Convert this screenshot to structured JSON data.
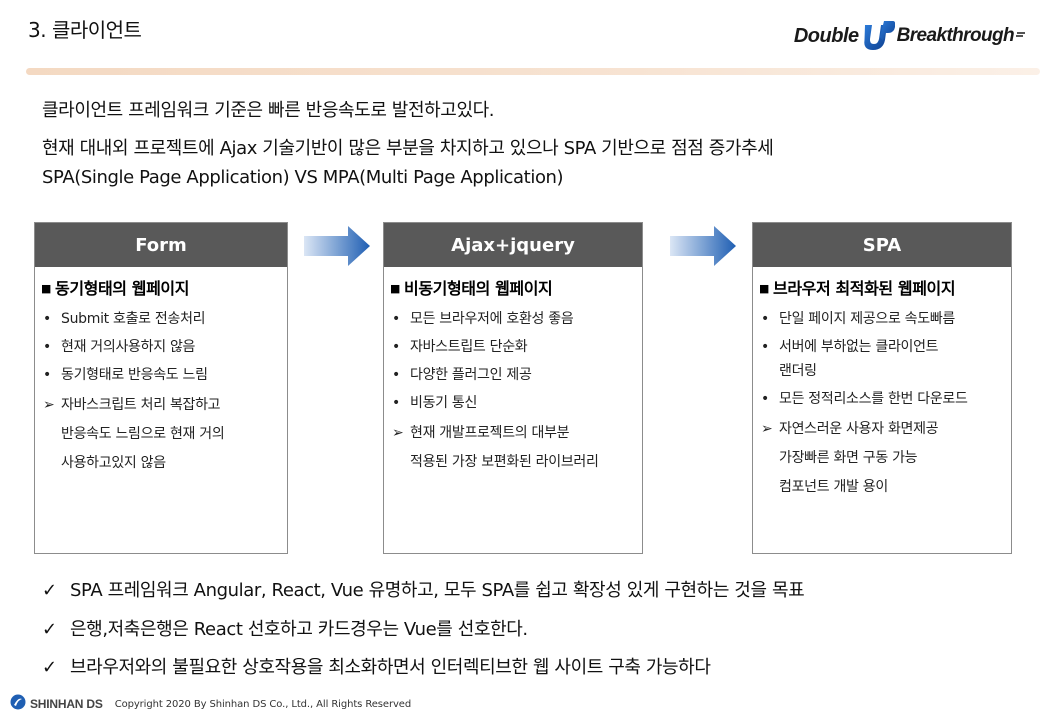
{
  "header": {
    "title": "3. 클라이언트",
    "logo_left": "Double",
    "logo_right": "Breakthrough"
  },
  "intro": [
    "클라이언트 프레임워크 기준은 빠른 반응속도로 발전하고있다.",
    "현재 대내외 프로젝트에 Ajax 기술기반이 많은 부분을 차지하고 있으나 SPA 기반으로 점점 증가추세",
    "SPA(Single Page Application) VS MPA(Multi Page Application)"
  ],
  "cards": [
    {
      "title": "Form",
      "subtitle": "동기형태의 웹페이지",
      "items": [
        {
          "marker": "•",
          "lines": [
            "Submit 호출로 전송처리"
          ]
        },
        {
          "marker": "•",
          "lines": [
            "현재 거의사용하지 않음"
          ]
        },
        {
          "marker": "•",
          "lines": [
            "동기형태로 반응속도 느림"
          ]
        },
        {
          "marker": "➢",
          "lines": [
            "자바스크립트 처리 복잡하고",
            "반응속도 느림으로 현재 거의",
            "사용하고있지 않음"
          ]
        }
      ]
    },
    {
      "title": "Ajax+jquery",
      "subtitle": "비동기형태의 웹페이지",
      "items": [
        {
          "marker": "•",
          "lines": [
            "모든 브라우저에 호환성 좋음"
          ]
        },
        {
          "marker": "•",
          "lines": [
            "자바스트립트 단순화"
          ]
        },
        {
          "marker": "•",
          "lines": [
            "다양한 플러그인 제공"
          ]
        },
        {
          "marker": "•",
          "lines": [
            "비동기 통신"
          ]
        },
        {
          "marker": "➢",
          "lines": [
            "현재 개발프로젝트의 대부분",
            "적용된 가장 보편화된 라이브러리"
          ]
        }
      ]
    },
    {
      "title": "SPA",
      "subtitle": "브라우저 최적화된 웹페이지",
      "items": [
        {
          "marker": "•",
          "lines": [
            "단일 페이지 제공으로 속도빠름"
          ]
        },
        {
          "marker": "•",
          "lines": [
            "서버에 부하없는 클라이언트",
            "랜더링"
          ]
        },
        {
          "marker": "•",
          "lines": [
            "모든 정적리소스를 한번 다운로드"
          ]
        },
        {
          "marker": "➢",
          "lines": [
            "자연스러운 사용자 화면제공",
            "가장빠른 화면 구동 가능",
            "컴포넌트 개발 용이"
          ]
        }
      ]
    }
  ],
  "footer_points": [
    "SPA 프레임워크 Angular, React, Vue 유명하고, 모두 SPA를 쉽고 확장성 있게 구현하는 것을 목표",
    "은행,저축은행은 React 선호하고 카드경우는 Vue를 선호한다.",
    "브라우저와의 불필요한 상호작용을 최소화하면서 인터렉티브한 웹 사이트 구축 가능하다"
  ],
  "footer": {
    "brand": "SHINHAN DS",
    "copyright": "Copyright 2020 By Shinhan DS Co., Ltd., All Rights Reserved"
  },
  "colors": {
    "card_header": "#595959",
    "accent_blue": "#1f5fb3",
    "divider": "#f4d9c2"
  }
}
